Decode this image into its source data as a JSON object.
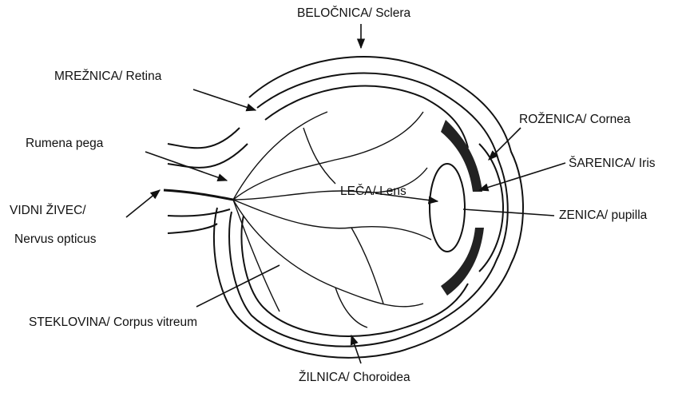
{
  "labels": {
    "sclera": "BELOČNICA/ Sclera",
    "retina": "MREŽNICA/ Retina",
    "macula": "Rumena pega",
    "optic_nerve_line1": "VIDNI ŽIVEC/",
    "optic_nerve_line2": "Nervus opticus",
    "cornea": "ROŽENICA/ Cornea",
    "iris": "ŠARENICA/ Iris",
    "lens": "LEČA/ Lens",
    "pupil": "ZENICA/ pupilla",
    "vitreous": "STEKLOVINA/ Corpus vitreum",
    "choroid": "ŽILNICA/ Choroidea"
  },
  "colors": {
    "ink": "#111111",
    "background": "#ffffff"
  }
}
